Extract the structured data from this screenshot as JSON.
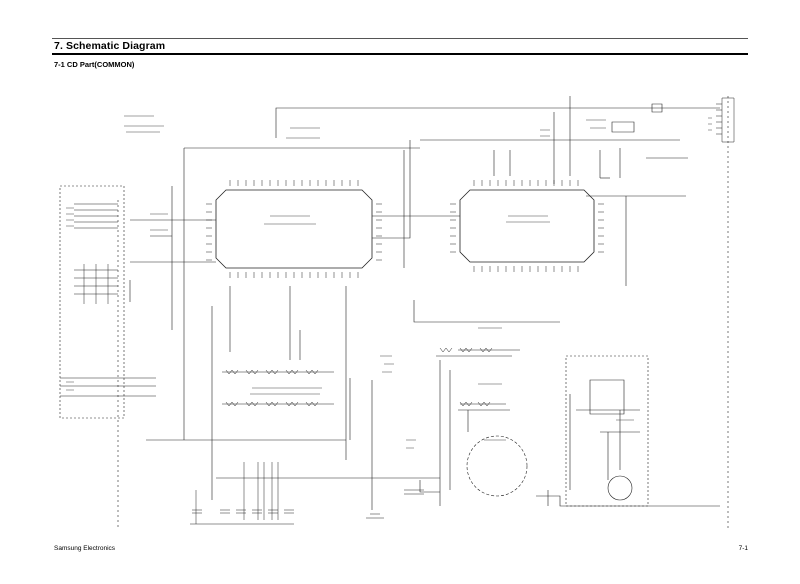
{
  "header": {
    "title": "7. Schematic Diagram",
    "subtitle": "7-1 CD Part(COMMON)"
  },
  "footer": {
    "brand": "Samsung Electronics",
    "page_number": "7-1"
  },
  "colors": {
    "ink": "#000000",
    "line": "#222222",
    "faint": "#555555"
  }
}
